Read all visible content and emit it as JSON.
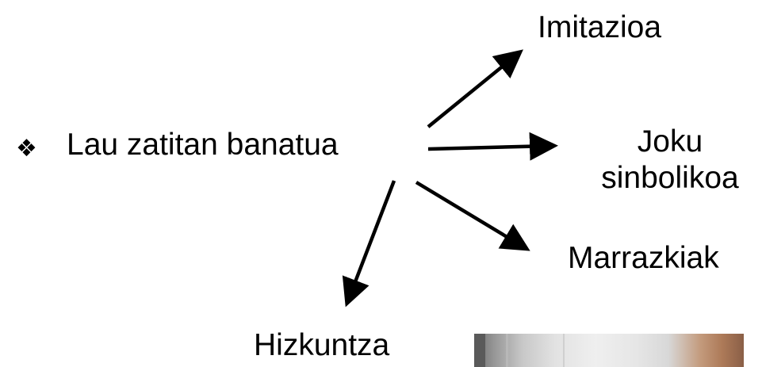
{
  "diagram": {
    "bullet_symbol": "❖",
    "main_label": "Lau zatitan banatua",
    "branches": {
      "imitation": "Imitazioa",
      "symbolic_play": [
        "Joku",
        "sinbolikoa"
      ],
      "drawings": "Marrazkiak",
      "language": "Hizkuntza"
    },
    "arrow_color": "#000000",
    "text_color": "#000000"
  }
}
